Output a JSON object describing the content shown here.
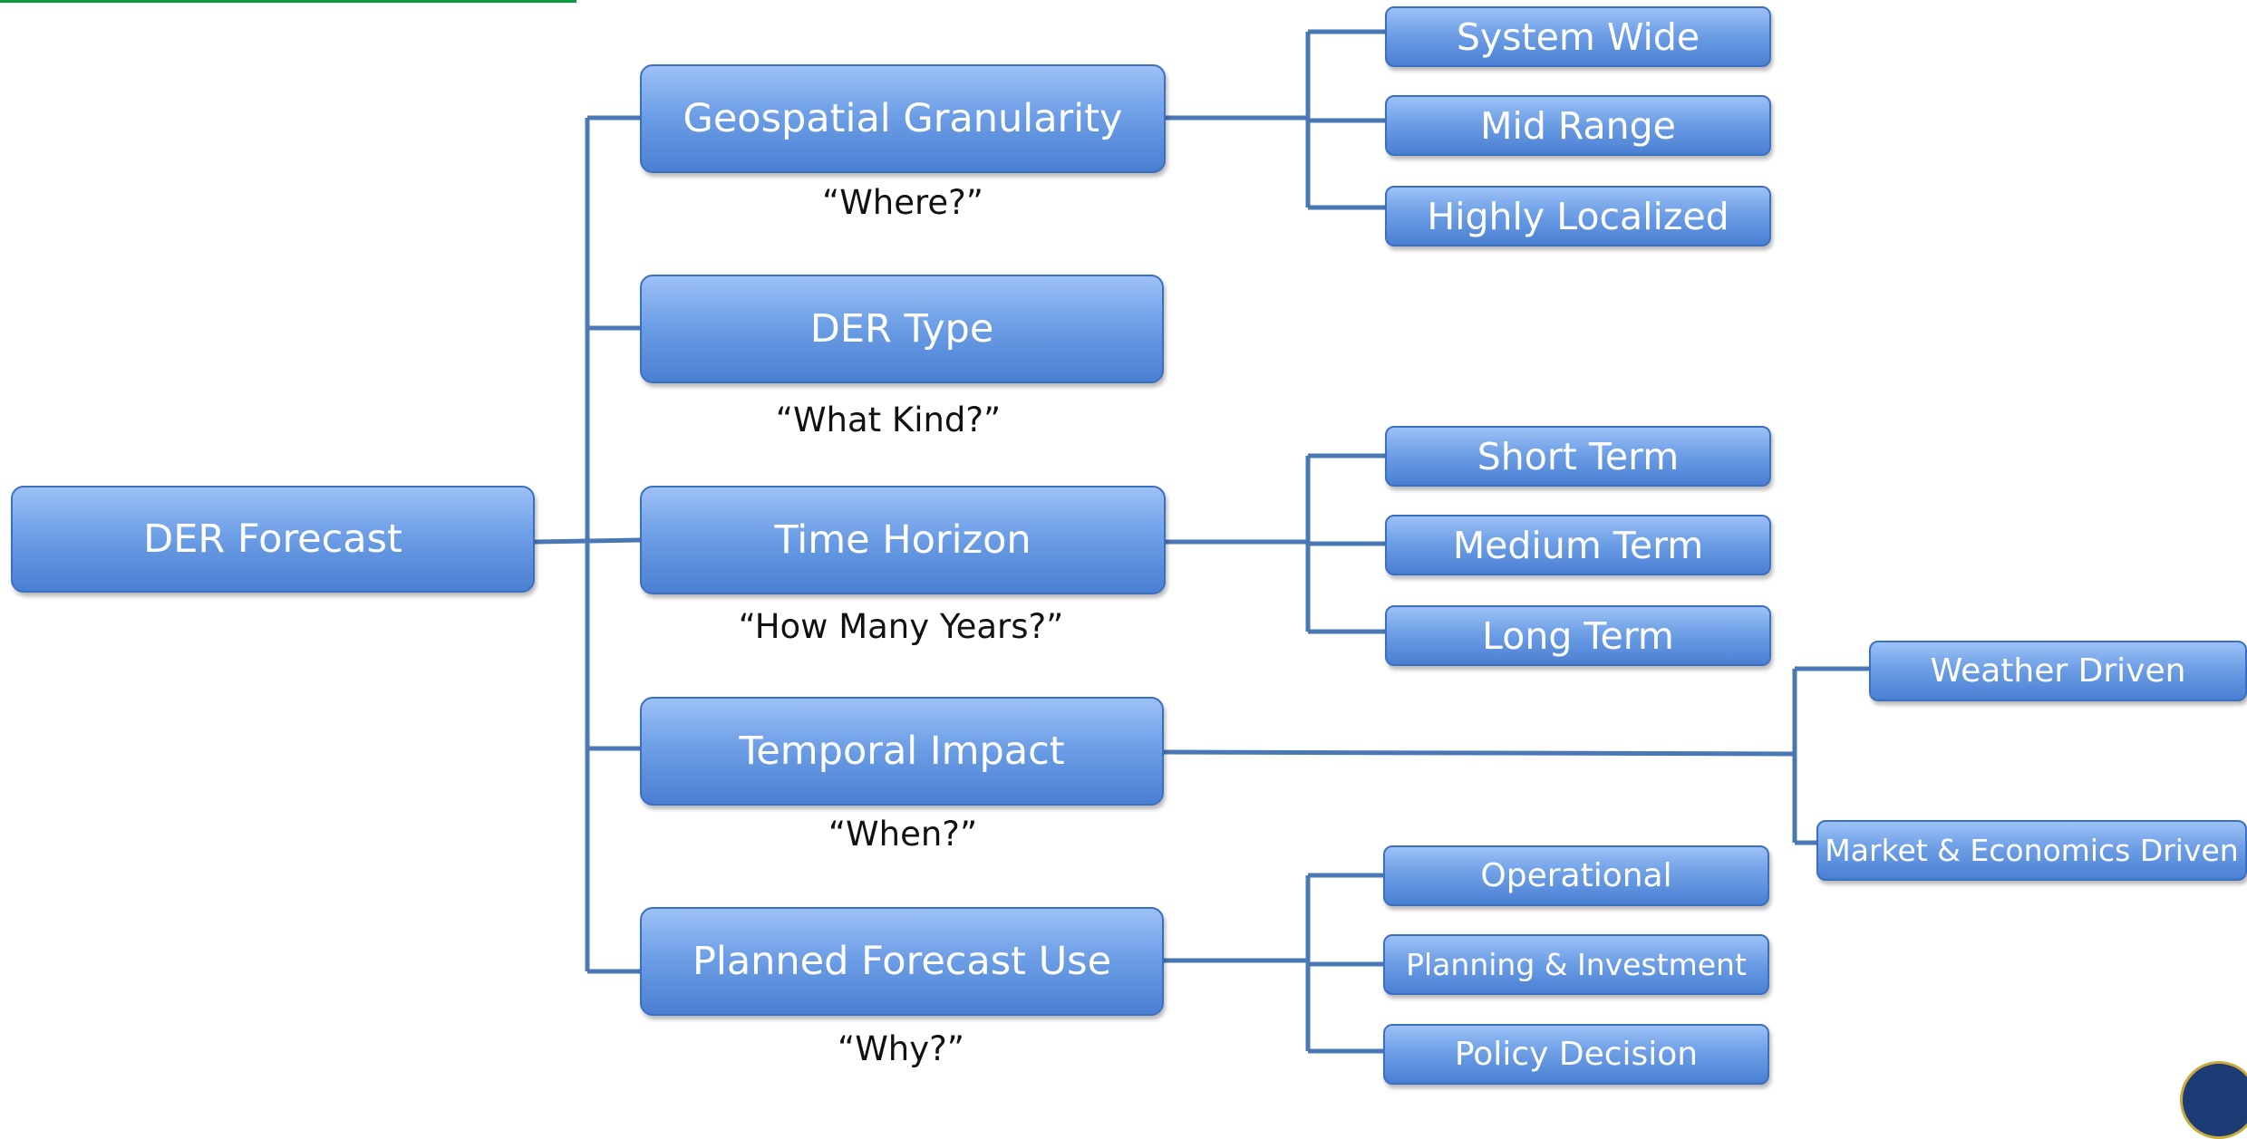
{
  "root": {
    "label": "DER Forecast"
  },
  "categories": [
    {
      "label": "Geospatial Granularity",
      "question": "“Where?”"
    },
    {
      "label": "DER Type",
      "question": "“What Kind?”"
    },
    {
      "label": "Time Horizon",
      "question": "“How Many Years?”"
    },
    {
      "label": "Temporal Impact",
      "question": "“When?”"
    },
    {
      "label": "Planned Forecast Use",
      "question": "“Why?”"
    }
  ],
  "geospatial_children": [
    "System Wide",
    "Mid Range",
    "Highly Localized"
  ],
  "time_children": [
    "Short Term",
    "Medium Term",
    "Long Term"
  ],
  "temporal_children": [
    "Weather Driven",
    "Market & Economics Driven"
  ],
  "use_children": [
    "Operational",
    "Planning & Investment",
    "Policy Decision"
  ],
  "colors": {
    "box_fill": "#6e9fe6",
    "box_border": "#3b6fbf",
    "connector": "#4a78b5",
    "accent_line": "#0b9a3c"
  }
}
